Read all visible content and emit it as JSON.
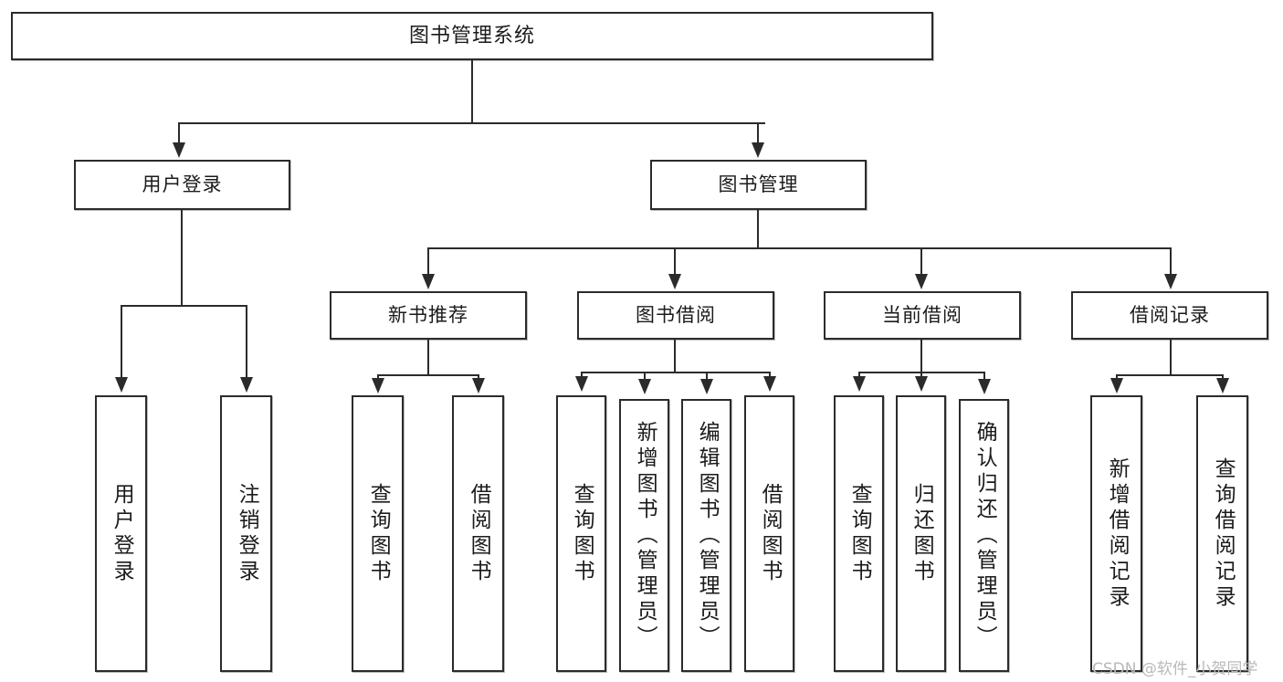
{
  "diagram": {
    "title": "图书管理系统",
    "watermark": "CSDN @软件_小贺同学",
    "type": "tree-hierarchy-functional-structure",
    "colors": {
      "stroke": "#2b2b2b",
      "fill": "#ffffff",
      "text": "#1b1b1b",
      "watermark": "#b9b9b9",
      "shadow": "#bdbdbd"
    },
    "root": {
      "label": "图书管理系统"
    },
    "level1": [
      {
        "id": "user-login",
        "label": "用户登录"
      },
      {
        "id": "book-management",
        "label": "图书管理"
      }
    ],
    "level2": [
      {
        "id": "new-book-recommend",
        "label": "新书推荐",
        "parent": "book-management"
      },
      {
        "id": "book-borrow",
        "label": "图书借阅",
        "parent": "book-management"
      },
      {
        "id": "current-borrow",
        "label": "当前借阅",
        "parent": "book-management"
      },
      {
        "id": "borrow-record",
        "label": "借阅记录",
        "parent": "book-management"
      }
    ],
    "leaves": [
      {
        "id": "leaf-user-login",
        "label": "用户登录",
        "parent": "user-login"
      },
      {
        "id": "leaf-user-logout",
        "label": "注销登录",
        "parent": "user-login"
      },
      {
        "id": "leaf-query-book-1",
        "label": "查询图书",
        "parent": "new-book-recommend"
      },
      {
        "id": "leaf-borrow-book-1",
        "label": "借阅图书",
        "parent": "new-book-recommend"
      },
      {
        "id": "leaf-query-book-2",
        "label": "查询图书",
        "parent": "book-borrow"
      },
      {
        "id": "leaf-add-book",
        "label": "新增图书（管理员）",
        "parent": "book-borrow"
      },
      {
        "id": "leaf-edit-book",
        "label": "编辑图书（管理员）",
        "parent": "book-borrow"
      },
      {
        "id": "leaf-borrow-book-2",
        "label": "借阅图书",
        "parent": "book-borrow"
      },
      {
        "id": "leaf-query-book-3",
        "label": "查询图书",
        "parent": "current-borrow"
      },
      {
        "id": "leaf-return-book",
        "label": "归还图书",
        "parent": "current-borrow"
      },
      {
        "id": "leaf-confirm-return",
        "label": "确认归还（管理员）",
        "parent": "current-borrow"
      },
      {
        "id": "leaf-add-borrow-record",
        "label": "新增借阅记录",
        "parent": "borrow-record"
      },
      {
        "id": "leaf-query-borrow-record",
        "label": "查询借阅记录",
        "parent": "borrow-record"
      }
    ]
  }
}
